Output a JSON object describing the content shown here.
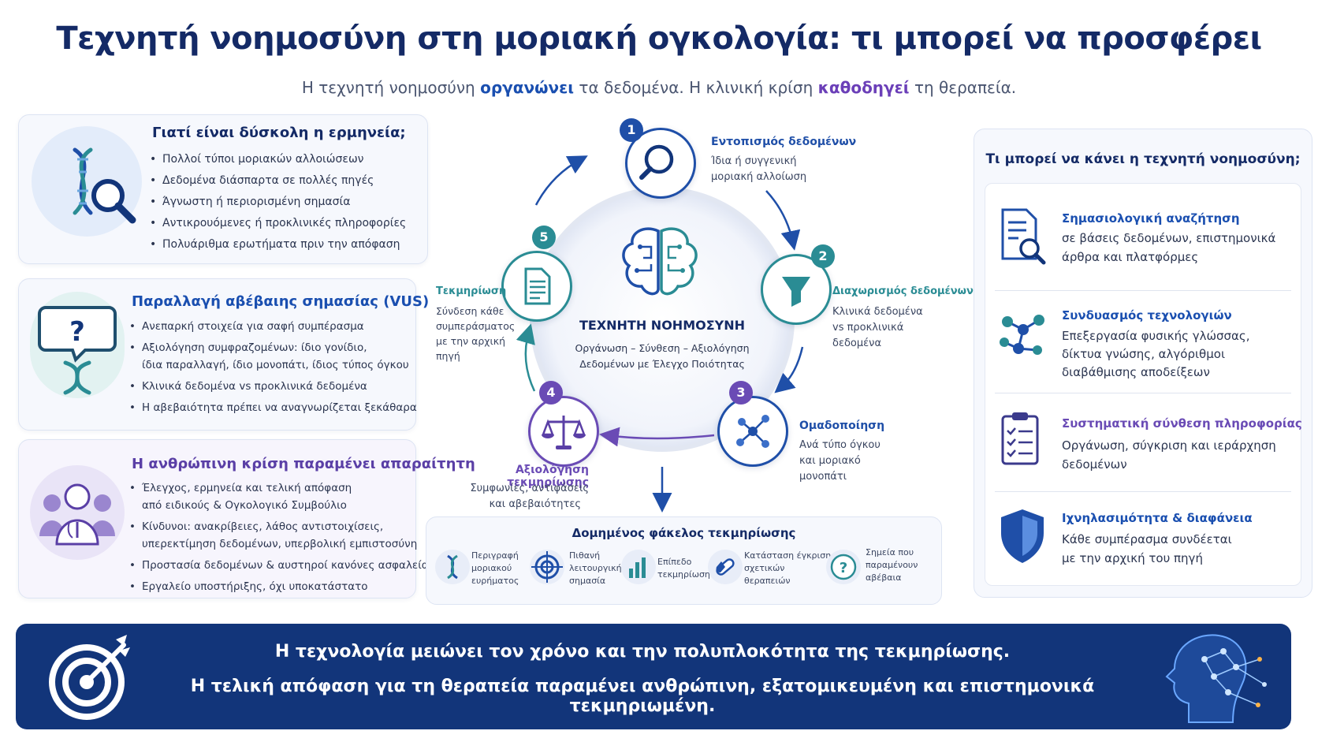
{
  "title": "Τεχνητή νοημοσύνη στη μοριακή ογκολογία: τι μπορεί να προσφέρει",
  "subtitle": {
    "p1": "Η τεχνητή νοημοσύνη ",
    "h1": "οργανώνει",
    "p2": " τα δεδομένα. Η κλινική κρίση ",
    "h2": "καθοδηγεί",
    "p3": " τη θεραπεία."
  },
  "left": {
    "card1": {
      "title": "Γιατί είναι δύσκολη η ερμηνεία;",
      "bullets": [
        "Πολλοί τύποι μοριακών αλλοιώσεων",
        "Δεδομένα διάσπαρτα σε πολλές πηγές",
        "Άγνωστη ή περιορισμένη σημασία",
        "Αντικρουόμενες ή προκλινικές πληροφορίες",
        "Πολυάριθμα ερωτήματα πριν την απόφαση"
      ]
    },
    "card2": {
      "title": "Παραλλαγή αβέβαιης σημασίας (VUS)",
      "bullets": [
        "Ανεπαρκή στοιχεία για σαφή συμπέρασμα",
        "Αξιολόγηση συμφραζομένων: ίδιο γονίδιο,",
        "ίδια παραλλαγή, ίδιο μονοπάτι, ίδιος τύπος όγκου",
        "Κλινικά δεδομένα vs προκλινικά δεδομένα",
        "Η αβεβαιότητα πρέπει να αναγνωρίζεται ξεκάθαρα"
      ]
    },
    "card3": {
      "title": "Η ανθρώπινη κρίση παραμένει απαραίτητη",
      "bullets": [
        "Έλεγχος, ερμηνεία και τελική απόφαση",
        "από ειδικούς & Ογκολογικό Συμβούλιο",
        "Κίνδυνοι: ανακρίβειες, λάθος αντιστοιχίσεις,",
        "υπερεκτίμηση δεδομένων, υπερβολική εμπιστοσύνη",
        "Προστασία δεδομένων & αυστηροί κανόνες ασφαλείας",
        "Εργαλείο υποστήριξης, όχι υποκατάστατο"
      ]
    }
  },
  "center": {
    "core_title": "ΤΕΧΝΗΤΗ ΝΟΗΜΟΣΥΝΗ",
    "core_line1": "Οργάνωση – Σύνθεση – Αξιολόγηση",
    "core_line2": "Δεδομένων με Έλεγχο Ποιότητας",
    "steps": [
      {
        "num": "1",
        "title": "Εντοπισμός δεδομένων",
        "line1": "Ίδια ή συγγενική",
        "line2": "μοριακή αλλοίωση",
        "line3": "",
        "line4": ""
      },
      {
        "num": "2",
        "title": "Διαχωρισμός δεδομένων",
        "line1": "Κλινικά δεδομένα",
        "line2": "vs προκλινικά",
        "line3": "δεδομένα",
        "line4": ""
      },
      {
        "num": "3",
        "title": "Ομαδοποίηση",
        "line1": "Ανά τύπο όγκου",
        "line2": "και μοριακό",
        "line3": "μονοπάτι",
        "line4": ""
      },
      {
        "num": "4",
        "title": "Αξιολόγηση τεκμηρίωσης",
        "line1": "Συμφωνίες, αντιφάσεις",
        "line2": "και αβεβαιότητες",
        "line3": "",
        "line4": ""
      },
      {
        "num": "5",
        "title": "Τεκμηρίωση",
        "line1": "Σύνδεση κάθε",
        "line2": "συμπεράσματος",
        "line3": "με την αρχική",
        "line4": "πηγή"
      }
    ],
    "colors": {
      "blue": "#1f4fa8",
      "teal": "#2a8c94",
      "purple": "#6a4bb5"
    }
  },
  "folder": {
    "title": "Δομημένος φάκελος τεκμηρίωσης",
    "items": [
      {
        "icon": "dna-icon",
        "lines": [
          "Περιγραφή",
          "μοριακού",
          "ευρήματος"
        ]
      },
      {
        "icon": "target-icon",
        "lines": [
          "Πιθανή",
          "λειτουργική",
          "σημασία"
        ]
      },
      {
        "icon": "bar-chart-icon",
        "lines": [
          "Επίπεδο",
          "τεκμηρίωσης"
        ]
      },
      {
        "icon": "pill-icon",
        "lines": [
          "Κατάσταση έγκρισης",
          "σχετικών",
          "θεραπειών"
        ]
      },
      {
        "icon": "question-icon",
        "lines": [
          "Σημεία που",
          "παραμένουν",
          "αβέβαια"
        ]
      }
    ]
  },
  "right": {
    "title": "Τι μπορεί να κάνει η τεχνητή νοημοσύνη;",
    "features": [
      {
        "icon": "document-search-icon",
        "title": "Σημασιολογική αναζήτηση",
        "line1": "σε βάσεις δεδομένων, επιστημονικά",
        "line2": "άρθρα και πλατφόρμες",
        "line3": ""
      },
      {
        "icon": "network-icon",
        "title": "Συνδυασμός τεχνολογιών",
        "line1": "Επεξεργασία φυσικής γλώσσας,",
        "line2": "δίκτυα γνώσης, αλγόριθμοι",
        "line3": "διαβάθμισης αποδείξεων"
      },
      {
        "icon": "clipboard-checklist-icon",
        "title": "Συστηματική σύνθεση πληροφορίας",
        "line1": "Οργάνωση, σύγκριση και ιεράρχηση",
        "line2": "δεδομένων",
        "line3": ""
      },
      {
        "icon": "shield-icon",
        "title": "Ιχνηλασιμότητα & διαφάνεια",
        "line1": "Κάθε συμπέρασμα συνδέεται",
        "line2": "με την αρχική του πηγή",
        "line3": ""
      }
    ]
  },
  "banner": {
    "line1": "Η τεχνολογία μειώνει τον χρόνο και την πολυπλοκότητα της τεκμηρίωσης.",
    "line2": "Η τελική απόφαση για τη θεραπεία παραμένει ανθρώπινη, εξατομικευμένη και επιστημονικά τεκμηριωμένη."
  }
}
